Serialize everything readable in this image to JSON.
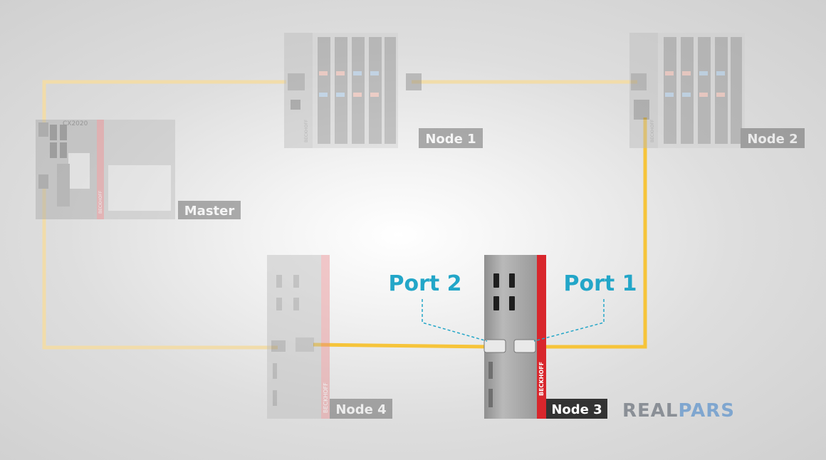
{
  "nodes": {
    "master": {
      "label": "Master",
      "model": "CX2020",
      "brand": "BECKHOFF"
    },
    "node1": {
      "label": "Node 1",
      "brand": "BECKHOFF"
    },
    "node2": {
      "label": "Node 2",
      "brand": "BECKHOFF"
    },
    "node3": {
      "label": "Node 3",
      "brand": "BECKHOFF"
    },
    "node4": {
      "label": "Node 4",
      "brand": "BECKHOFF"
    }
  },
  "ports": {
    "port1": "Port 1",
    "port2": "Port 2"
  },
  "logo": {
    "part1": "REAL",
    "part2": "PARS"
  },
  "colors": {
    "cable_active": "#f6c43a",
    "cable_faded": "#f1dcaa",
    "port_label": "#23a6c8",
    "brand_red": "#d8262c",
    "label_bg": "#333333"
  }
}
